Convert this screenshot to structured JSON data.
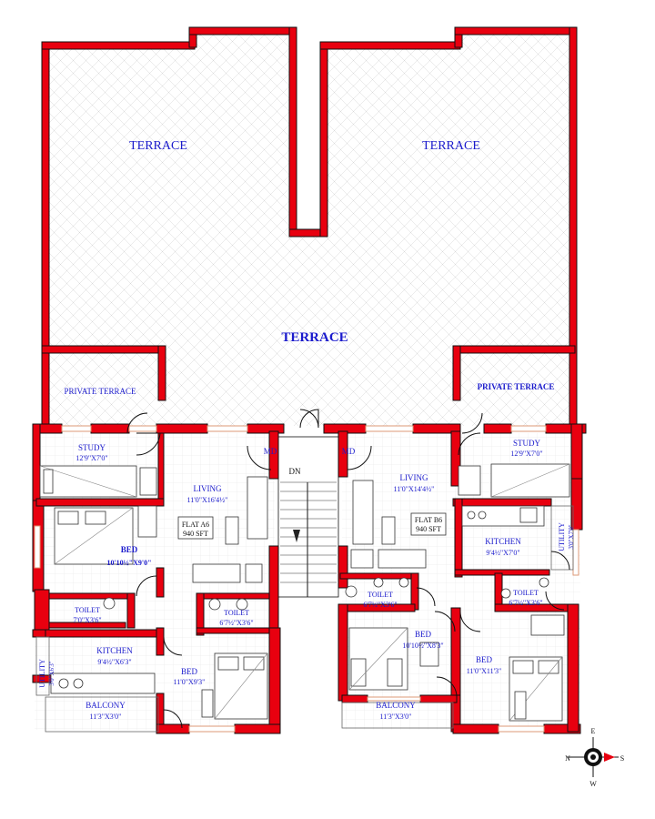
{
  "terrace": {
    "left": "TERRACE",
    "right": "TERRACE",
    "center": "TERRACE",
    "private_left": "PRIVATE TERRACE",
    "private_right": "PRIVATE TERRACE"
  },
  "flat_a6": {
    "study_label": "STUDY",
    "study_dim": "12'9\"X7'0\"",
    "living_label": "LIVING",
    "living_dim": "11'0\"X16'4½\"",
    "flat_name": "FLAT A6",
    "flat_area": "940 SFT",
    "bed1_label": "BED",
    "bed1_dim": "10'10½\"X9'0\"",
    "toilet1_label": "TOILET",
    "toilet1_dim": "7'0\"X3'6\"",
    "toilet2_label": "TOILET",
    "toilet2_dim": "6'7½\"X3'6\"",
    "kitchen_label": "KITCHEN",
    "kitchen_dim": "9'4½\"X6'3\"",
    "utility_label": "UTILITY",
    "utility_dim": "3'0\"X6'3\"",
    "bed2_label": "BED",
    "bed2_dim": "11'0\"X9'3\"",
    "balcony_label": "BALCONY",
    "balcony_dim": "11'3\"X3'0\"",
    "md": "MD"
  },
  "flat_b6": {
    "study_label": "STUDY",
    "study_dim": "12'9\"X7'0\"",
    "living_label": "LIVING",
    "living_dim": "11'0\"X14'4½\"",
    "flat_name": "FLAT B6",
    "flat_area": "940 SFT",
    "kitchen_label": "KITCHEN",
    "kitchen_dim": "9'4½\"X7'0\"",
    "utility_label": "UTILITY",
    "utility_dim": "3'0\"X7'0\"",
    "toilet1_label": "TOILET",
    "toilet1_dim": "6'7½\"X3'6\"",
    "toilet2_label": "TOILET",
    "toilet2_dim": "6'7½\"X3'6\"",
    "bed1_label": "BED",
    "bed1_dim": "10'10½\"X8'3\"",
    "bed2_label": "BED",
    "bed2_dim": "11'0\"X11'3\"",
    "balcony_label": "BALCONY",
    "balcony_dim": "11'3\"X3'0\"",
    "md": "MD"
  },
  "stair": {
    "label": "DN"
  },
  "compass": {
    "n": "N",
    "s": "S",
    "e": "E",
    "w": "W"
  },
  "colors": {
    "wall": "#e8000f",
    "label": "#1a1acc"
  }
}
